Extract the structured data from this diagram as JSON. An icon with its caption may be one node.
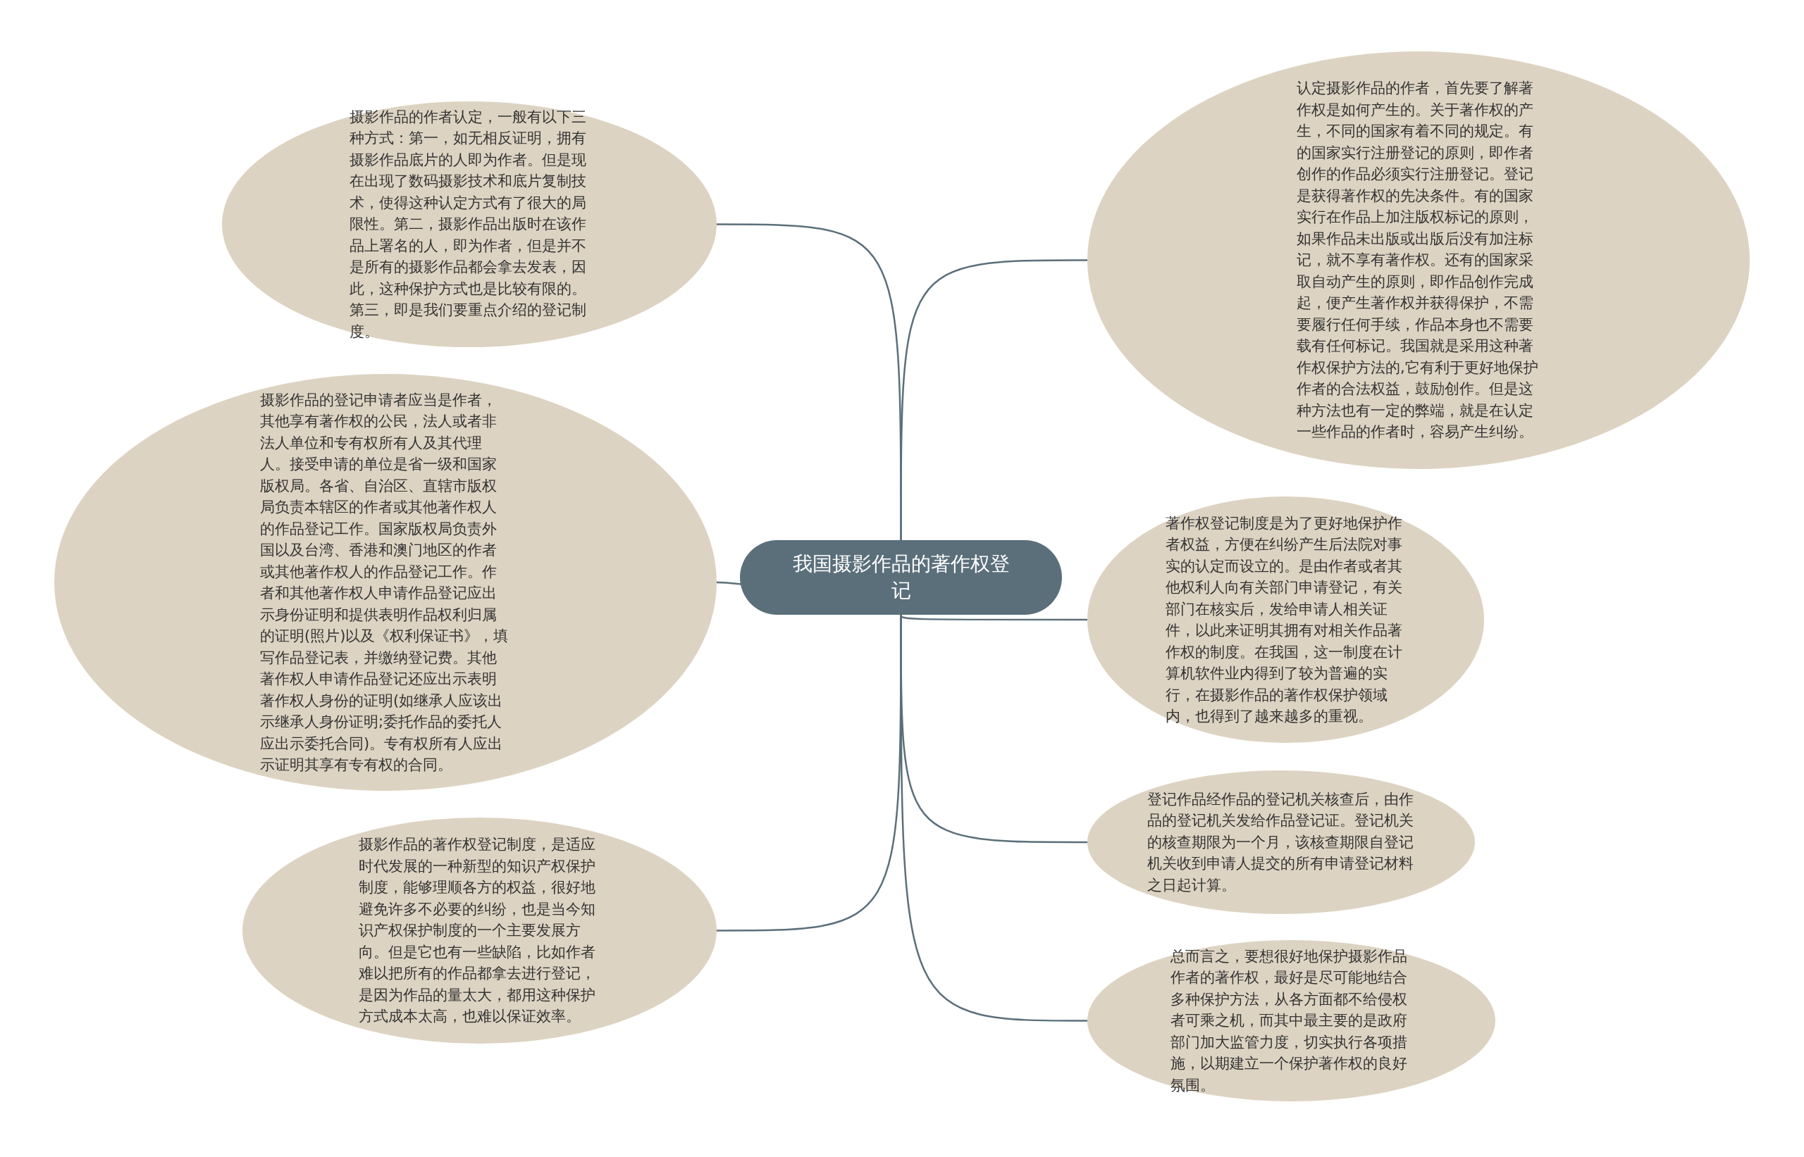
{
  "diagram": {
    "nodes": [
      {
        "text": [
          "我国摄影作品的著作权登记"
        ]
      },
      {
        "text": [
          "摄影作品的作者认定，一般有以下三种方式：第一，如无相反证明，拥有摄影作品底片的人即为作者。但是现在出现了数码摄影技术和底片复制技术，使得这种认定方式有了很大的局限性。第二，摄影作品出版时在该作品上署名的人，即为作者，但是并不是所有的摄影作品都会拿去发表，因此，这种保护方式也是比较有限的。第三，即是我们要重点介绍的登记制度。"
        ]
      },
      {
        "text": [
          "摄影作品的登记申请者应当是作者，其他享有著作权的公民，法人或者非法人单位和专有权所有人及其代理人。接受申请的单位是省一级和国家版权局。各省、自治区、直辖市版权局负责本辖区的作者或其他著作权人的作品登记工作。国家版权局负责外国以及台湾、香港和澳门地区的作者或其他著作权人的作品登记工作。作者和其他著作权人申请作品登记应出示身份证明和提供表明作品权利归属的证明(照片)以及《权利保证书》，填写作品登记表，并缴纳登记费。其他著作权人申请作品登记还应出示表明著作权人身份的证明(如继承人应该出示继承人身份证明;委托作品的委托人应出示委托合同)。专有权所有人应出示证明其享有专有权的合同。"
        ]
      },
      {
        "text": [
          "摄影作品的著作权登记制度，是适应时代发展的一种新型的知识产权保护制度，能够理顺各方的权益，很好地避免许多不必要的纠纷，也是当今知识产权保护制度的一个主要发展方向。但是它也有一些缺陷，比如作者难以把所有的作品都拿去进行登记，是因为作品的量太大，都用这种保护方式成本太高，也难以保证效率。"
        ]
      },
      {
        "text": [
          "认定摄影作品的作者，首先要了解著作权是如何产生的。关于著作权的产生，不同的国家有着不同的规定。有的国家实行注册登记的原则，即作者创作的作品必须实行注册登记。登记是获得著作权的先决条件。有的国家实行在作品上加注版权标记的原则，如果作品未出版或出版后没有加注标记，就不享有著作权。还有的国家采取自动产生的原则，即作品创作完成起，便产生著作权并获得保护，不需要履行任何手续，作品本身也不需要载有任何标记。我国就是采用这种著作权保护方法的,它有利于更好地保护作者的合法权益，鼓励创作。但是这种方法也有一定的弊端，就是在认定一些作品的作者时，容易产生纠纷。"
        ]
      },
      {
        "text": [
          "著作权登记制度是为了更好地保护作者权益，方便在纠纷产生后法院对事实的认定而设立的。是由作者或者其他权利人向有关部门申请登记，有关部门在核实后，发给申请人相关证件，以此来证明其拥有对相关作品著作权的制度。在我国，这一制度在计算机软件业内得到了较为普遍的实行，在摄影作品的著作权保护领域内，也得到了越来越多的重视。"
        ]
      },
      {
        "text": [
          "登记作品经作品的登记机关核查后，由作品的登记机关发给作品登记证。登记机关的核查期限为一个月，该核查期限自登记机关收到申请人提交的所有申请登记材料之日起计算。"
        ]
      },
      {
        "text": [
          "总而言之，要想很好地保护摄影作品作者的著作权，最好是尽可能地结合多种保护方法，从各方面都不给侵权者可乘之机，而其中最主要的是政府部门加大监管力度，切实执行各项措施，以期建立一个保护著作权的良好氛围。"
        ]
      }
    ],
    "edges": [
      {
        "from": 0,
        "to": 1,
        "arrow": "none"
      },
      {
        "from": 0,
        "to": 2,
        "arrow": "none"
      },
      {
        "from": 0,
        "to": 3,
        "arrow": "none"
      },
      {
        "from": 0,
        "to": 4,
        "arrow": "none"
      },
      {
        "from": 0,
        "to": 5,
        "arrow": "none"
      },
      {
        "from": 0,
        "to": 6,
        "arrow": "none"
      },
      {
        "from": 0,
        "to": 7,
        "arrow": "none"
      }
    ]
  }
}
